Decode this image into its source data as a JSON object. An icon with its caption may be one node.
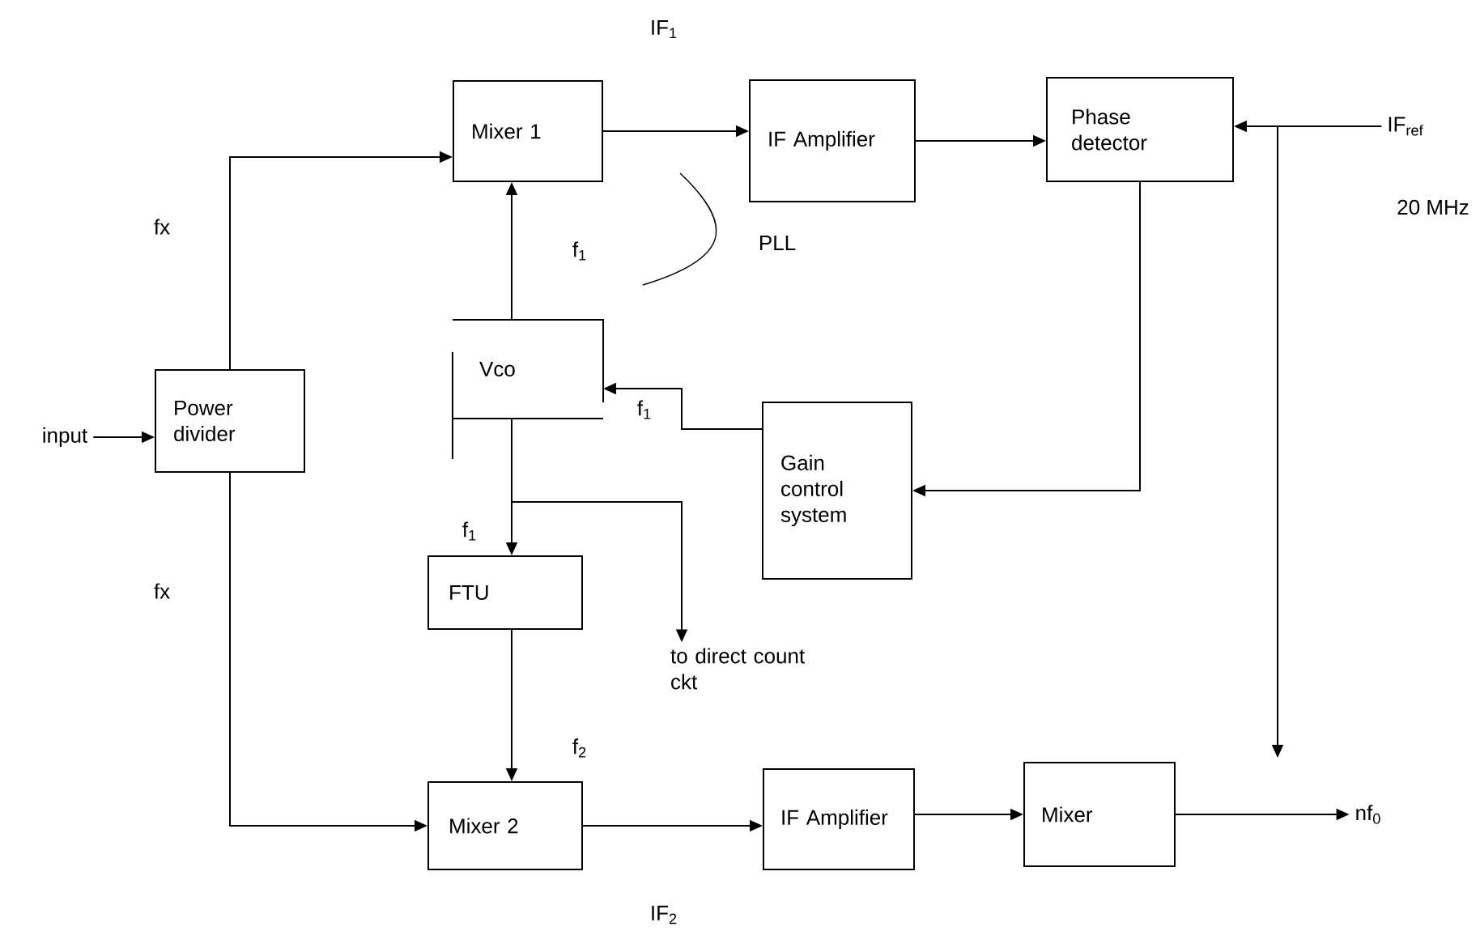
{
  "diagram": {
    "nodes": [
      {
        "text": [
          "input"
        ]
      },
      {
        "text": [
          "Power divider"
        ]
      },
      {
        "text": [
          "Mixer 1"
        ]
      },
      {
        "text": [
          "IF Amplifier"
        ]
      },
      {
        "text": [
          "Phase detector"
        ]
      },
      {
        "text": [
          "IF$_{ref}$"
        ],
        "beside": [
          "20 MHz"
        ]
      },
      {
        "text": [
          "Vco"
        ]
      },
      {
        "text": [
          "Gain control system"
        ]
      },
      {
        "text": [
          "FTU"
        ]
      },
      {
        "text": [
          "Mixer 2"
        ]
      },
      {
        "text": [
          "IF Amplifier"
        ]
      },
      {
        "text": [
          "Mixer"
        ]
      },
      {
        "text": [
          "nf$_{0}$"
        ]
      },
      {
        "text": [
          "to direct count ckt"
        ]
      }
    ],
    "edges": [
      {
        "from": 0,
        "to": 1,
        "arrow": "to"
      },
      {
        "from": 1,
        "to": 2,
        "arrow": "to",
        "label": "fx"
      },
      {
        "from": 1,
        "to": 9,
        "arrow": "to",
        "label": "fx"
      },
      {
        "from": 2,
        "to": 3,
        "arrow": "to",
        "label": "IF$_{1}$"
      },
      {
        "from": 3,
        "to": 4,
        "arrow": "to"
      },
      {
        "from": 5,
        "to": 4,
        "arrow": "to"
      },
      {
        "from": 5,
        "to": null,
        "arrow": "to"
      },
      {
        "from": 4,
        "to": 7,
        "arrow": "to"
      },
      {
        "from": 6,
        "to": 2,
        "arrow": "to",
        "label": "f$_{1}$"
      },
      {
        "from": 7,
        "to": 6,
        "arrow": "to"
      },
      {
        "from": 6,
        "to": 8,
        "arrow": "to",
        "label": "f$_{1}$"
      },
      {
        "from": 6,
        "to": 13,
        "arrow": "to"
      },
      {
        "from": 8,
        "to": 9,
        "arrow": "to",
        "label": "f$_{2}$"
      },
      {
        "from": 9,
        "to": 10,
        "arrow": "to",
        "label": "IF$_{2}$"
      },
      {
        "from": 10,
        "to": 11,
        "arrow": "to"
      },
      {
        "from": 11,
        "to": 12,
        "arrow": "to"
      }
    ],
    "labels": [
      "PLL",
      "f$_{1}$"
    ]
  }
}
